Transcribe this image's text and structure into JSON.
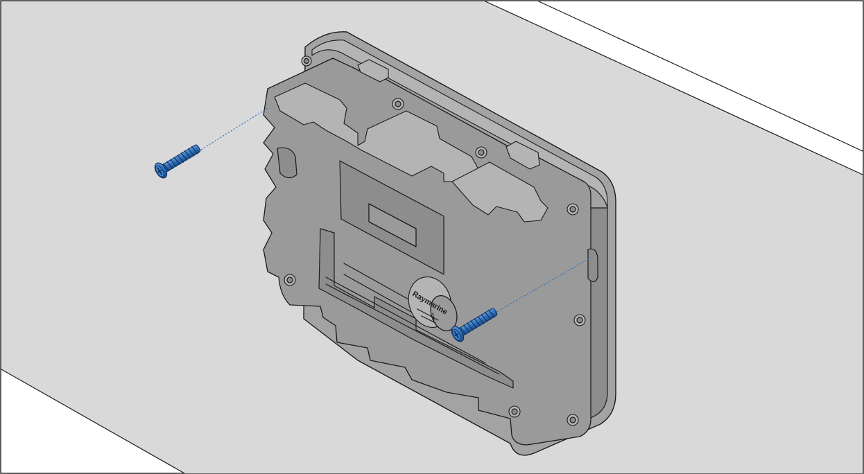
{
  "figure": {
    "brand_text": "Raymarine",
    "colors": {
      "frame": "#1a1a1a",
      "surface": "#d9d9d9",
      "unit_body": "#9a9a9a",
      "screw": "#2f6fb8",
      "guide_line": "#2a6fc0"
    },
    "parts": [
      "mounting-surface",
      "device-unit",
      "mounting-screw-left",
      "mounting-screw-right",
      "alignment-guide-left",
      "alignment-guide-right"
    ]
  }
}
